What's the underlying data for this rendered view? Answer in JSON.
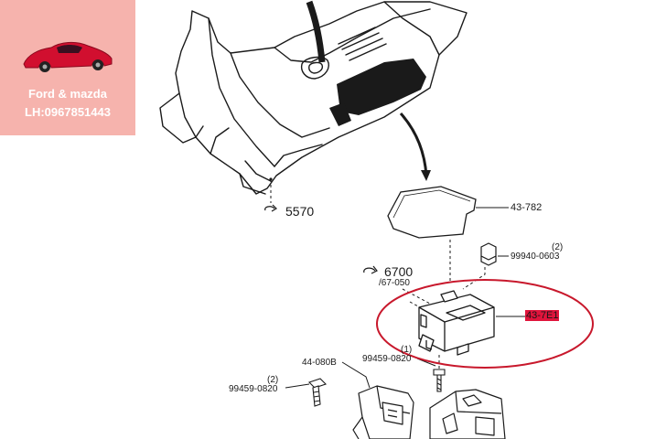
{
  "brand": {
    "line1": "Ford & mazda",
    "line2": "LH:0967851443",
    "bg_color": "#f6b3ad",
    "icon": "sports-car-icon"
  },
  "callouts": {
    "ref_5570": "5570",
    "ref_6700": "6700",
    "ref_67050": "/67-050",
    "part_43782": "43-782",
    "part_99940": "99940-0603",
    "qty_99940": "(2)",
    "part_highlight": "43-7E1",
    "part_99459_right": "99459-0820",
    "qty_99459_right": "(1)",
    "part_44080B": "44-080B",
    "part_99459_left": "99459-0820",
    "qty_99459_left": "(2)"
  },
  "colors": {
    "highlight_fill": "#e0143c",
    "circle_stroke": "#c8182c",
    "line": "#1a1a1a"
  }
}
